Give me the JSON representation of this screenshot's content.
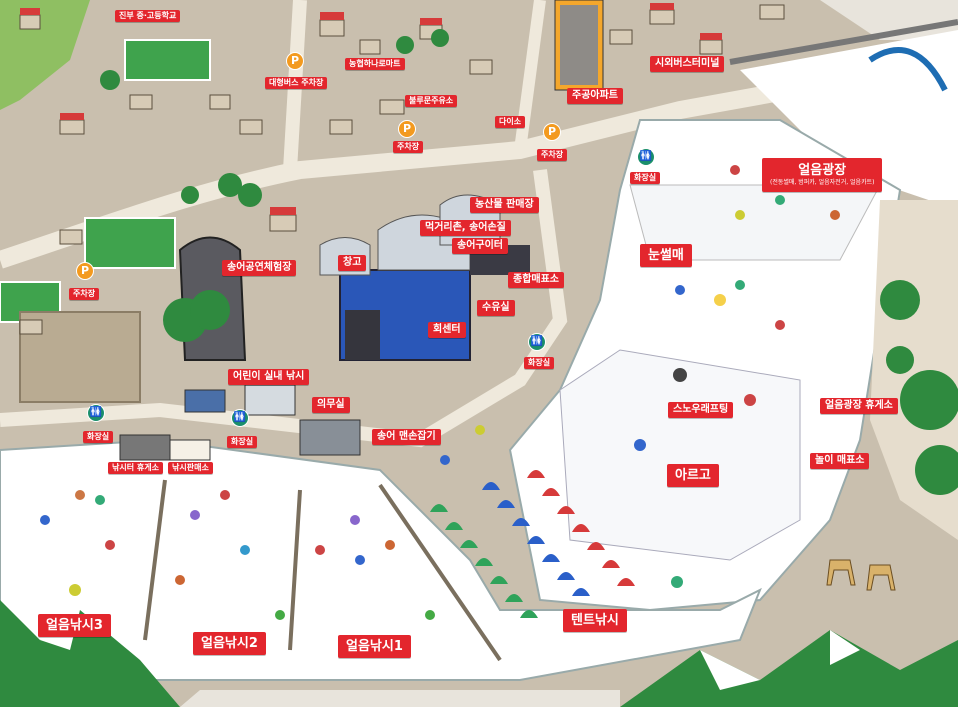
{
  "map": {
    "labels": {
      "school": "진부 중·고등학교",
      "bus_parking": "대형버스 주차장",
      "nonghyup": "농협하나로마트",
      "gas_station": "불루문주유소",
      "daiso": "다이소",
      "jugong_apt": "주공아파트",
      "bus_terminal": "시외버스터미널",
      "ice_plaza": "얼음광장",
      "ice_plaza_sub": "(전동썰매, 범퍼카, 얼음자전거, 얼음카트)",
      "parking_1": "주차장",
      "parking_2": "주차장",
      "parking_3": "주차장",
      "toilet_plaza": "화장실",
      "farm_shop": "농산물 판매장",
      "food_street": "먹거리촌, 송어손질",
      "trout_theater": "송어구이터",
      "ticket_office": "종합매표소",
      "storage": "창고",
      "trout_exp": "송어공연체험장",
      "sledding": "눈썰매",
      "nursing": "수유실",
      "sashimi": "회센터",
      "toilet_2": "화장실",
      "indoor_fishing": "어린이 실내 낚시",
      "medical": "의무실",
      "trout_catch": "송어 맨손잡기",
      "toilet_left": "화장실",
      "toilet_3": "화장실",
      "fish_rest": "낚시터 휴게소",
      "fish_shop": "낚시판매소",
      "snow_rafting": "스노우래프팅",
      "plaza_rest": "얼음광장 휴게소",
      "play_ticket": "놀이 매표소",
      "argo": "아르고",
      "ice_fishing_3": "얼음낚시3",
      "ice_fishing_2": "얼음낚시2",
      "ice_fishing_1": "얼음낚시1",
      "tent_fishing": "텐트낚시"
    },
    "icons": {
      "parking": "P",
      "toilet": "restroom-icon"
    },
    "colors": {
      "label_red": "#e3262d",
      "parking_orange": "#f39a1f",
      "toilet_green": "#1b8f6b",
      "tent_green": "#2fa35a",
      "tent_blue": "#2a5fc9",
      "tent_red": "#d63a3a",
      "ice": "#ffffff",
      "ground": "#c9bfae",
      "grass": "#3fa34d"
    }
  }
}
